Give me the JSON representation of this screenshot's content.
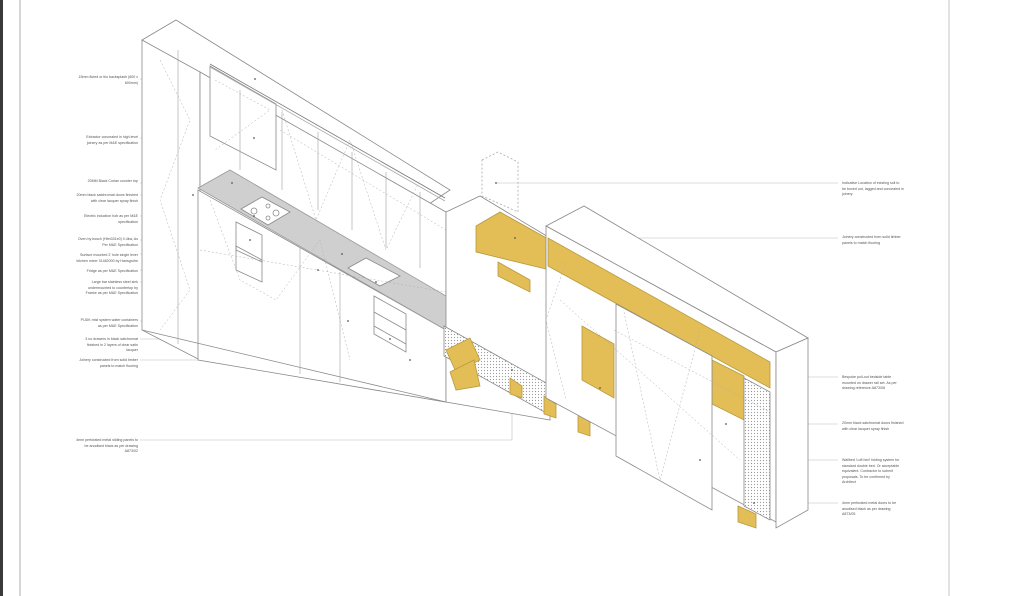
{
  "drawing": {
    "type": "isometric joinery detail",
    "colors": {
      "highlight_timber": "#e3bd55",
      "worktop": "#cfcfcf",
      "linework": "#8a8a8a",
      "leader": "#b5b5b5"
    }
  },
  "annotations_left": [
    {
      "text": "15mm fluted or tiio backsplash (600 x 600mm)"
    },
    {
      "text": "Extractor concealed in high level joinery as per M&E specification"
    },
    {
      "text": "20MM Black Corian counter top"
    },
    {
      "text": "20mm black satchromat doors finished with clear lacquer spray finish"
    },
    {
      "text": "Electric induction hob as per M&E specification"
    },
    {
      "text": "Oven by bosch (Hbn331e0) 0.4kw, As Per M&E Specification"
    },
    {
      "text": "Surface mounted 2' hole single lever kitchen mixer 31482000 by Hansgrohe"
    },
    {
      "text": "Fridge as per M&E Specification"
    },
    {
      "text": "Large bar stainless steel sink undermounted to countertop by Franke as per M&E Specification"
    },
    {
      "text": "PUDK mist system water containers as per M&E Specification"
    },
    {
      "text": "3 no drawers in black satchromat finished in 2 layers of clear satin lacquer"
    },
    {
      "text": "Joinery constructed from solid timber panels to match flooring"
    },
    {
      "text": "4mm perforated metal sliding panels to be anodised black as per drawing A873/02"
    }
  ],
  "annotations_right": [
    {
      "text": "Indicative Location of existing soil to be boxed out, lagged and concealed in joinery"
    },
    {
      "text": "Joinery constructed from solid timber panels to match flooring"
    },
    {
      "text": "Bespoke pull-out bedside table mounted on drawer rail set. As per drawing reference A873/08"
    },
    {
      "text": "20mm black satchromat doors finished with clear lacquer spray finish"
    },
    {
      "text": "Wallbed 'Loft bed' folding system for standard double bed. Or acceptable equivalent. Contractor to submit proposals. To be confirmed by Architect"
    },
    {
      "text": "4mm perforated metal doors to be anodised black as per drawing A873/05"
    }
  ]
}
